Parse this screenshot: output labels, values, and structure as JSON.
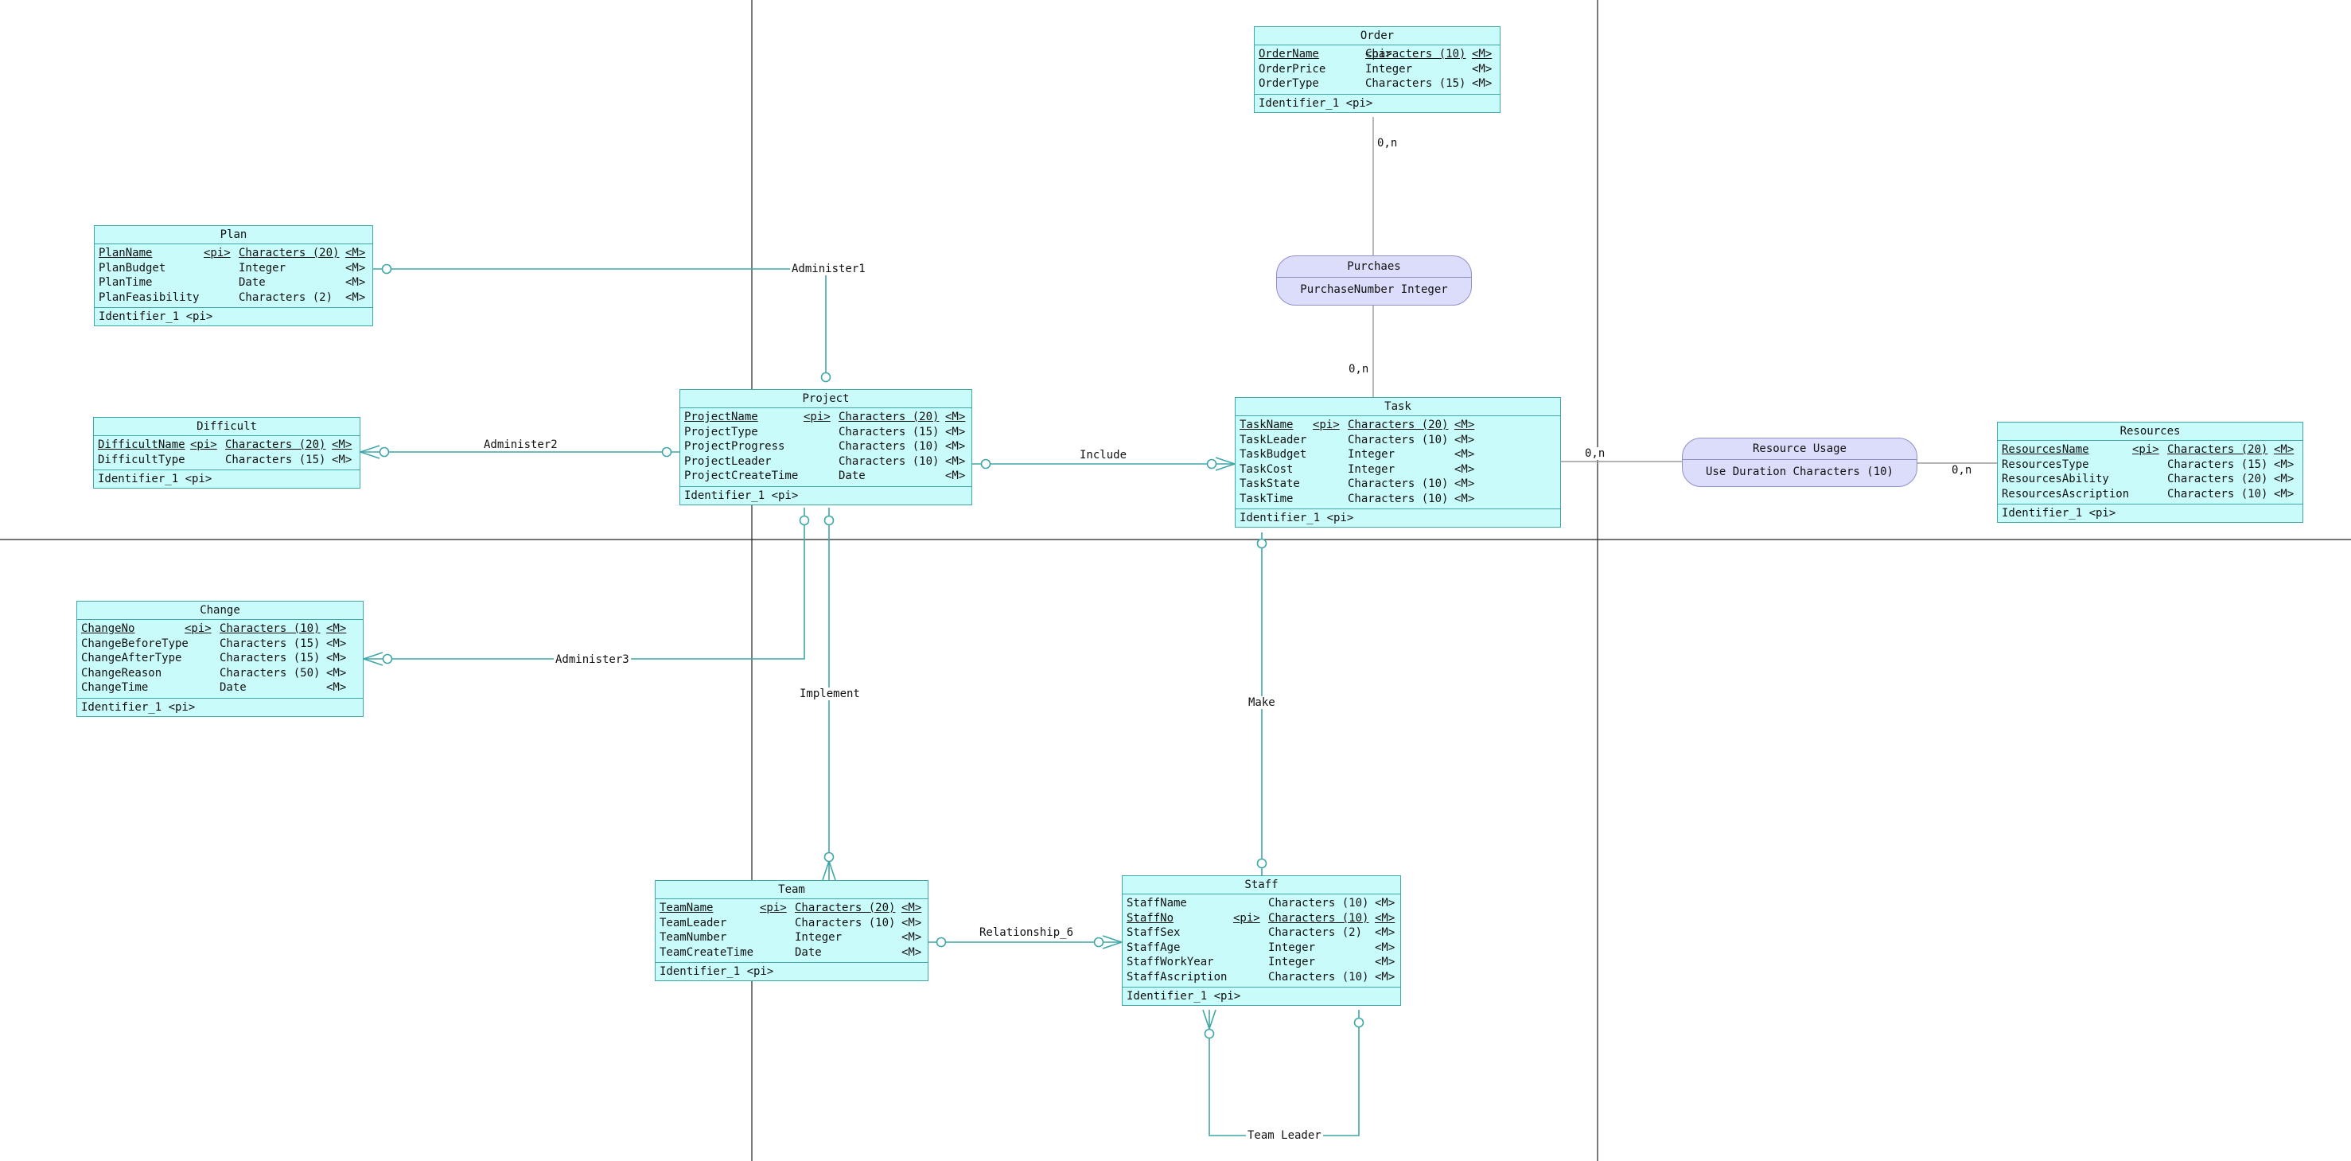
{
  "entities": {
    "plan": {
      "name": "Plan",
      "attributes": [
        {
          "name": "PlanName",
          "key": "<pi>",
          "type": "Characters (20)",
          "mandatory": "<M>",
          "identifier": true
        },
        {
          "name": "PlanBudget",
          "key": "",
          "type": "Integer",
          "mandatory": "<M>",
          "identifier": false
        },
        {
          "name": "PlanTime",
          "key": "",
          "type": "Date",
          "mandatory": "<M>",
          "identifier": false
        },
        {
          "name": "PlanFeasibility",
          "key": "",
          "type": "Characters (2)",
          "mandatory": "<M>",
          "identifier": false
        }
      ],
      "identifier": "Identifier_1  <pi>"
    },
    "difficult": {
      "name": "Difficult",
      "attributes": [
        {
          "name": "DifficultName",
          "key": "<pi>",
          "type": "Characters (20)",
          "mandatory": "<M>",
          "identifier": true
        },
        {
          "name": "DifficultType",
          "key": "",
          "type": "Characters (15)",
          "mandatory": "<M>",
          "identifier": false
        }
      ],
      "identifier": "Identifier_1  <pi>"
    },
    "project": {
      "name": "Project",
      "attributes": [
        {
          "name": "ProjectName",
          "key": "<pi>",
          "type": "Characters (20)",
          "mandatory": "<M>",
          "identifier": true
        },
        {
          "name": "ProjectType",
          "key": "",
          "type": "Characters (15)",
          "mandatory": "<M>",
          "identifier": false
        },
        {
          "name": "ProjectProgress",
          "key": "",
          "type": "Characters (10)",
          "mandatory": "<M>",
          "identifier": false
        },
        {
          "name": "ProjectLeader",
          "key": "",
          "type": "Characters (10)",
          "mandatory": "<M>",
          "identifier": false
        },
        {
          "name": "ProjectCreateTime",
          "key": "",
          "type": "Date",
          "mandatory": "<M>",
          "identifier": false
        }
      ],
      "identifier": "Identifier_1  <pi>"
    },
    "order": {
      "name": "Order",
      "attributes": [
        {
          "name": "OrderName",
          "key": "<pi>",
          "type": "Characters (10)",
          "mandatory": "<M>",
          "identifier": true
        },
        {
          "name": "OrderPrice",
          "key": "",
          "type": "Integer",
          "mandatory": "<M>",
          "identifier": false
        },
        {
          "name": "OrderType",
          "key": "",
          "type": "Characters (15)",
          "mandatory": "<M>",
          "identifier": false
        }
      ],
      "identifier": "Identifier_1  <pi>"
    },
    "task": {
      "name": "Task",
      "attributes": [
        {
          "name": "TaskName",
          "key": "<pi>",
          "type": "Characters (20)",
          "mandatory": "<M>",
          "identifier": true
        },
        {
          "name": "TaskLeader",
          "key": "",
          "type": "Characters (10)",
          "mandatory": "<M>",
          "identifier": false
        },
        {
          "name": "TaskBudget",
          "key": "",
          "type": "Integer",
          "mandatory": "<M>",
          "identifier": false
        },
        {
          "name": "TaskCost",
          "key": "",
          "type": "Integer",
          "mandatory": "<M>",
          "identifier": false
        },
        {
          "name": "TaskState",
          "key": "",
          "type": "Characters (10)",
          "mandatory": "<M>",
          "identifier": false
        },
        {
          "name": "TaskTime",
          "key": "",
          "type": "Characters (10)",
          "mandatory": "<M>",
          "identifier": false
        }
      ],
      "identifier": "Identifier_1  <pi>"
    },
    "resources": {
      "name": "Resources",
      "attributes": [
        {
          "name": "ResourcesName",
          "key": "<pi>",
          "type": "Characters (20)",
          "mandatory": "<M>",
          "identifier": true
        },
        {
          "name": "ResourcesType",
          "key": "",
          "type": "Characters (15)",
          "mandatory": "<M>",
          "identifier": false
        },
        {
          "name": "ResourcesAbility",
          "key": "",
          "type": "Characters (20)",
          "mandatory": "<M>",
          "identifier": false
        },
        {
          "name": "ResourcesAscription",
          "key": "",
          "type": "Characters (10)",
          "mandatory": "<M>",
          "identifier": false
        }
      ],
      "identifier": "Identifier_1  <pi>"
    },
    "change": {
      "name": "Change",
      "attributes": [
        {
          "name": "ChangeNo",
          "key": "<pi>",
          "type": "Characters (10)",
          "mandatory": "<M>",
          "identifier": true
        },
        {
          "name": "ChangeBeforeType",
          "key": "",
          "type": "Characters (15)",
          "mandatory": "<M>",
          "identifier": false
        },
        {
          "name": "ChangeAfterType",
          "key": "",
          "type": "Characters (15)",
          "mandatory": "<M>",
          "identifier": false
        },
        {
          "name": "ChangeReason",
          "key": "",
          "type": "Characters (50)",
          "mandatory": "<M>",
          "identifier": false
        },
        {
          "name": "ChangeTime",
          "key": "",
          "type": "Date",
          "mandatory": "<M>",
          "identifier": false
        }
      ],
      "identifier": "Identifier_1  <pi>"
    },
    "team": {
      "name": "Team",
      "attributes": [
        {
          "name": "TeamName",
          "key": "<pi>",
          "type": "Characters (20)",
          "mandatory": "<M>",
          "identifier": true
        },
        {
          "name": "TeamLeader",
          "key": "",
          "type": "Characters (10)",
          "mandatory": "<M>",
          "identifier": false
        },
        {
          "name": "TeamNumber",
          "key": "",
          "type": "Integer",
          "mandatory": "<M>",
          "identifier": false
        },
        {
          "name": "TeamCreateTime",
          "key": "",
          "type": "Date",
          "mandatory": "<M>",
          "identifier": false
        }
      ],
      "identifier": "Identifier_1  <pi>"
    },
    "staff": {
      "name": "Staff",
      "attributes": [
        {
          "name": "StaffName",
          "key": "",
          "type": "Characters (10)",
          "mandatory": "<M>",
          "identifier": false
        },
        {
          "name": "StaffNo",
          "key": "<pi>",
          "type": "Characters (10)",
          "mandatory": "<M>",
          "identifier": true
        },
        {
          "name": "StaffSex",
          "key": "",
          "type": "Characters (2)",
          "mandatory": "<M>",
          "identifier": false
        },
        {
          "name": "StaffAge",
          "key": "",
          "type": "Integer",
          "mandatory": "<M>",
          "identifier": false
        },
        {
          "name": "StaffWorkYear",
          "key": "",
          "type": "Integer",
          "mandatory": "<M>",
          "identifier": false
        },
        {
          "name": "StaffAscription",
          "key": "",
          "type": "Characters (10)",
          "mandatory": "<M>",
          "identifier": false
        }
      ],
      "identifier": "Identifier_1  <pi>"
    }
  },
  "associations": {
    "purchases": {
      "name": "Purchaes",
      "attribute": "PurchaseNumber  Integer"
    },
    "resource_usage": {
      "name": "Resource Usage",
      "attribute": "Use Duration  Characters (10)"
    }
  },
  "relationships": {
    "administer1": "Administer1",
    "administer2": "Administer2",
    "administer3": "Administer3",
    "include": "Include",
    "implement": "Implement",
    "make": "Make",
    "relationship_6": "Relationship_6",
    "team_leader": "Team Leader"
  },
  "cardinalities": {
    "order_purchases": "0,n",
    "purchases_task": "0,n",
    "task_usage": "0,n",
    "usage_resources": "0,n"
  },
  "colors": {
    "entity_fill": "#c9fbfb",
    "entity_border": "#3fa7a7",
    "association_fill": "#dcdcfb",
    "association_border": "#8f8fc9",
    "link": "#3fa7a7"
  }
}
